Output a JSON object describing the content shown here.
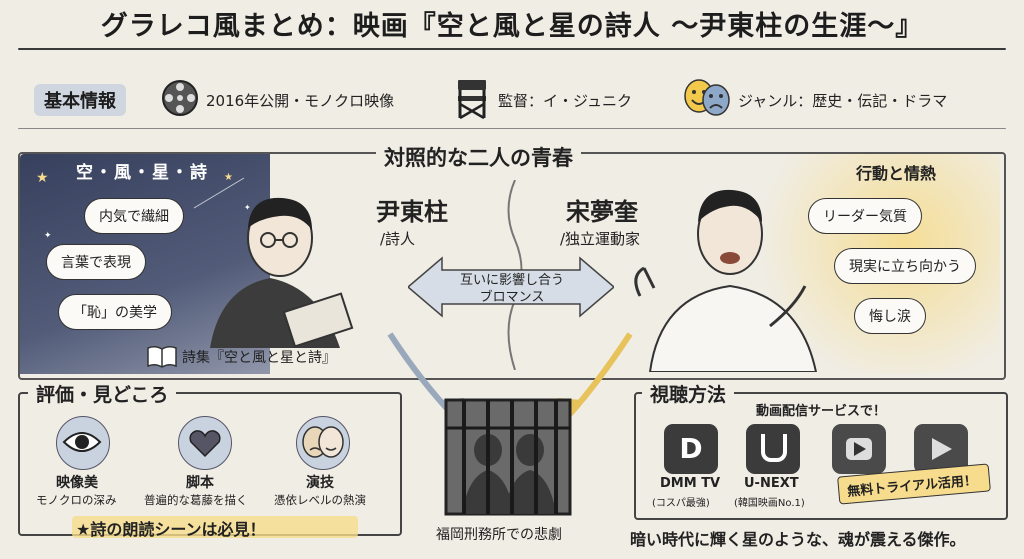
{
  "title": "グラレコ風まとめ：映画『空と風と星の詩人 〜尹東柱の生涯〜』",
  "basic_info": {
    "tag": "基本情報",
    "release": "2016年公開・モノクロ映像",
    "director": "監督：イ・ジュニク",
    "genre": "ジャンル：歴史・伝記・ドラマ"
  },
  "center": {
    "heading": "対照的な二人の青春",
    "arrow_text": "互いに影響し合う\nブロマンス",
    "prison_caption": "福岡刑務所での悲劇"
  },
  "left_person": {
    "corner_label": "空・風・星・詩",
    "name": "尹東柱",
    "role": "/詩人",
    "bubbles": [
      "内気で繊細",
      "言葉で表現",
      "「恥」の美学"
    ],
    "book_caption": "詩集『空と風と星と詩』"
  },
  "right_person": {
    "corner_label": "行動と情熱",
    "name": "宋夢奎",
    "role": "/独立運動家",
    "bubbles": [
      "リーダー気質",
      "現実に立ち向かう",
      "悔し涙"
    ]
  },
  "review": {
    "heading": "評価・見どころ",
    "items": [
      {
        "icon": "eye-icon",
        "title": "映像美",
        "desc": "モノクロの深み"
      },
      {
        "icon": "heart-icon",
        "title": "脚本",
        "desc": "普遍的な葛藤を描く"
      },
      {
        "icon": "masks-icon",
        "title": "演技",
        "desc": "憑依レベルの熱演"
      }
    ],
    "footer": "★詩の朗読シーンは必見！"
  },
  "viewing": {
    "heading": "視聴方法",
    "subtitle": "動画配信サービスで！",
    "services": [
      {
        "icon": "dmm-tv-icon",
        "name": "DMM TV",
        "note": "(コスパ最強)"
      },
      {
        "icon": "u-next-icon",
        "name": "U-NEXT",
        "note": "(韓国映画No.1)"
      },
      {
        "icon": "play-icon",
        "name": "",
        "note": ""
      },
      {
        "icon": "play-icon",
        "name": "",
        "note": ""
      }
    ],
    "trial": "無料トライアル活用！",
    "closing": "暗い時代に輝く星のような、魂が震える傑作。"
  },
  "colors": {
    "accent_blue": "#c9d3df",
    "accent_yellow": "#f6dc8c",
    "night": "#2e3856"
  }
}
